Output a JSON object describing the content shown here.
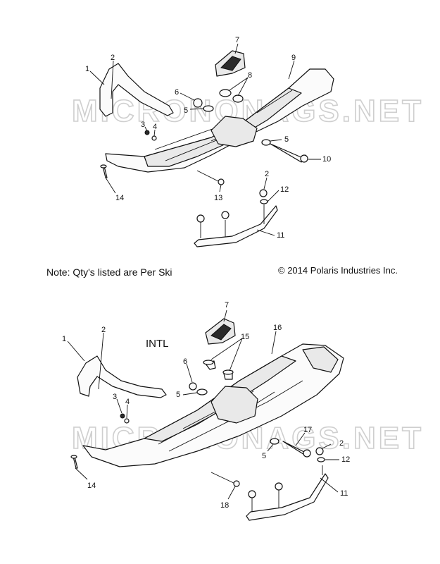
{
  "note": "Note: Qty's listed are Per Ski",
  "copyright": "© 2014 Polaris Industries Inc.",
  "watermark": "MICRONONAGS.NET",
  "intl_label": "INTL",
  "top_callouts": [
    "1",
    "2",
    "3",
    "4",
    "5",
    "5",
    "6",
    "7",
    "8",
    "9",
    "10",
    "11",
    "12",
    "13",
    "14",
    "2"
  ],
  "bottom_callouts": [
    "1",
    "2",
    "3",
    "4",
    "5",
    "5",
    "6",
    "7",
    "11",
    "12",
    "14",
    "15",
    "16",
    "17",
    "18",
    "2"
  ]
}
